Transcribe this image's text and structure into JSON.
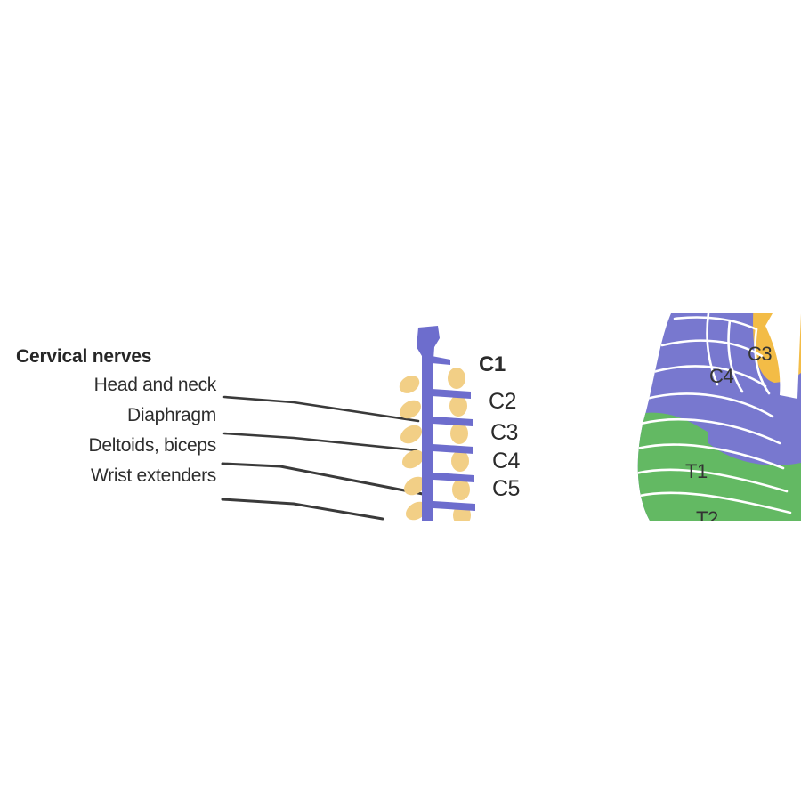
{
  "figure": {
    "title": "Cervical nerves spinal segment and dermatome diagram",
    "background_color": "#ffffff"
  },
  "colors": {
    "spinal_cord_blue": "#6d6dcd",
    "vertebra_tan": "#f2cf86",
    "dermatome_blue": "#7878cf",
    "dermatome_green": "#63b963",
    "dermatome_orange": "#f3bc46",
    "contour_white": "#ffffff",
    "leader_line": "#3a3a3a",
    "text": "#2b2b2b"
  },
  "left_panel": {
    "heading": "Cervical nerves",
    "items": [
      {
        "label": "Head and neck"
      },
      {
        "label": "Diaphragm"
      },
      {
        "label": "Deltoids, biceps"
      },
      {
        "label": "Wrist extenders"
      }
    ]
  },
  "spine_panel": {
    "level_labels": [
      {
        "text": "C1",
        "bold": true
      },
      {
        "text": "C2",
        "bold": false
      },
      {
        "text": "C3",
        "bold": false
      },
      {
        "text": "C4",
        "bold": false
      },
      {
        "text": "C5",
        "bold": false
      }
    ]
  },
  "dermatome_panel": {
    "region_labels": [
      {
        "text": "C3"
      },
      {
        "text": "C4"
      },
      {
        "text": "T1"
      },
      {
        "text": "T2"
      }
    ]
  }
}
